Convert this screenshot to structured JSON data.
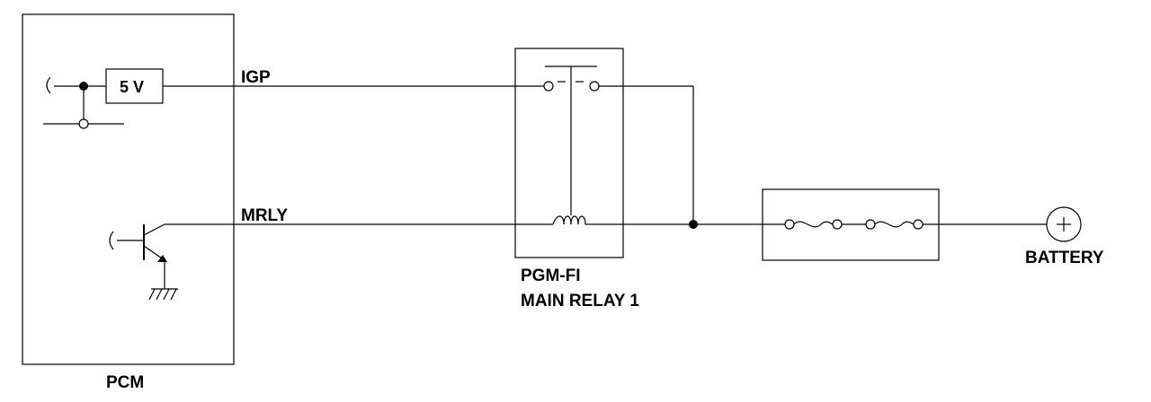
{
  "labels": {
    "pcm": "PCM",
    "five_v": "5 V",
    "igp": "IGP",
    "mrly": "MRLY",
    "relay_line1": "PGM-FI",
    "relay_line2": "MAIN RELAY 1",
    "battery": "BATTERY"
  }
}
